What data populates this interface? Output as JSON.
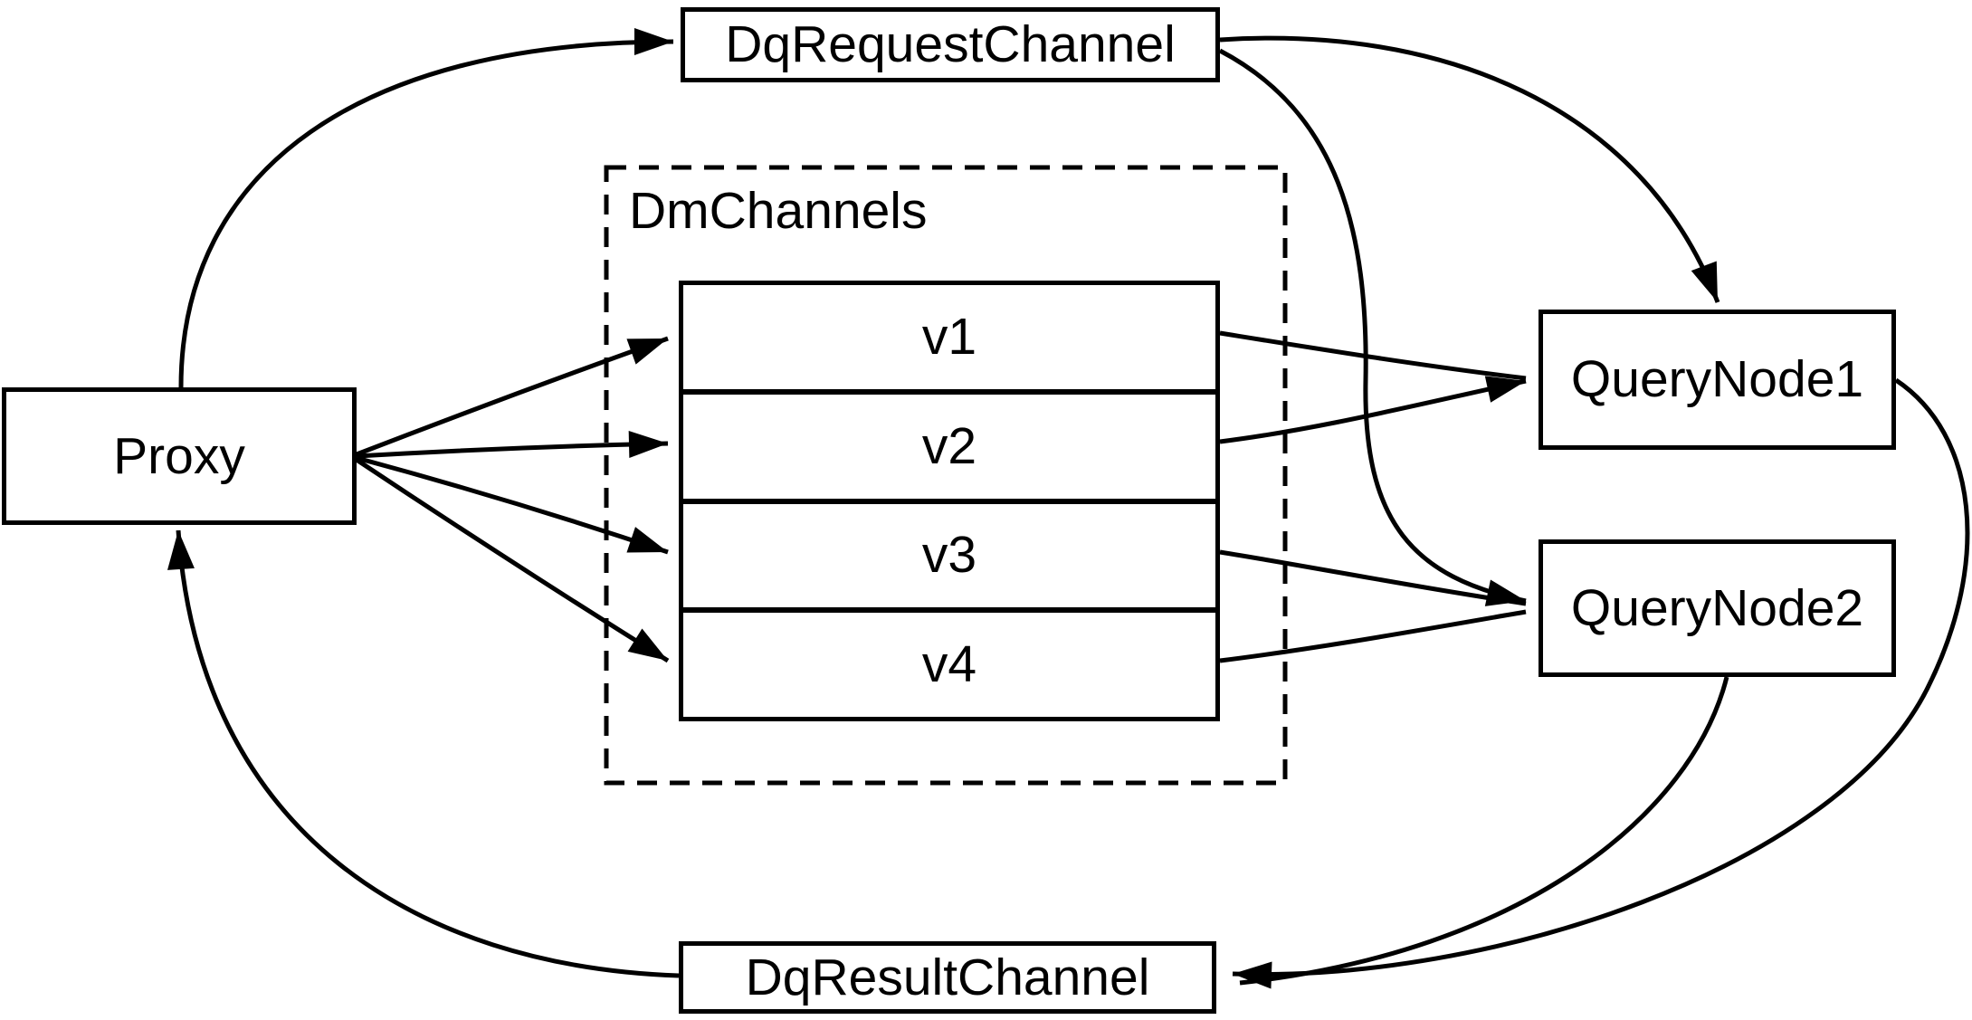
{
  "nodes": {
    "proxy": {
      "label": "Proxy"
    },
    "dq_request_channel": {
      "label": "DqRequestChannel"
    },
    "dm_channels": {
      "label": "DmChannels",
      "rows": [
        {
          "label": "v1"
        },
        {
          "label": "v2"
        },
        {
          "label": "v3"
        },
        {
          "label": "v4"
        }
      ]
    },
    "query_node_1": {
      "label": "QueryNode1"
    },
    "query_node_2": {
      "label": "QueryNode2"
    },
    "dq_result_channel": {
      "label": "DqResultChannel"
    }
  },
  "edges": [
    {
      "from": "Proxy",
      "to": "DqRequestChannel"
    },
    {
      "from": "DqRequestChannel",
      "to": "QueryNode1"
    },
    {
      "from": "DqRequestChannel",
      "to": "QueryNode2"
    },
    {
      "from": "Proxy",
      "to": "v1"
    },
    {
      "from": "Proxy",
      "to": "v2"
    },
    {
      "from": "Proxy",
      "to": "v3"
    },
    {
      "from": "Proxy",
      "to": "v4"
    },
    {
      "from": "v1",
      "to": "QueryNode1"
    },
    {
      "from": "v2",
      "to": "QueryNode1"
    },
    {
      "from": "v3",
      "to": "QueryNode2"
    },
    {
      "from": "v4",
      "to": "QueryNode2"
    },
    {
      "from": "QueryNode1",
      "to": "DqResultChannel"
    },
    {
      "from": "QueryNode2",
      "to": "DqResultChannel"
    },
    {
      "from": "DqResultChannel",
      "to": "Proxy"
    }
  ],
  "colors": {
    "stroke": "#000000",
    "background": "#ffffff"
  }
}
